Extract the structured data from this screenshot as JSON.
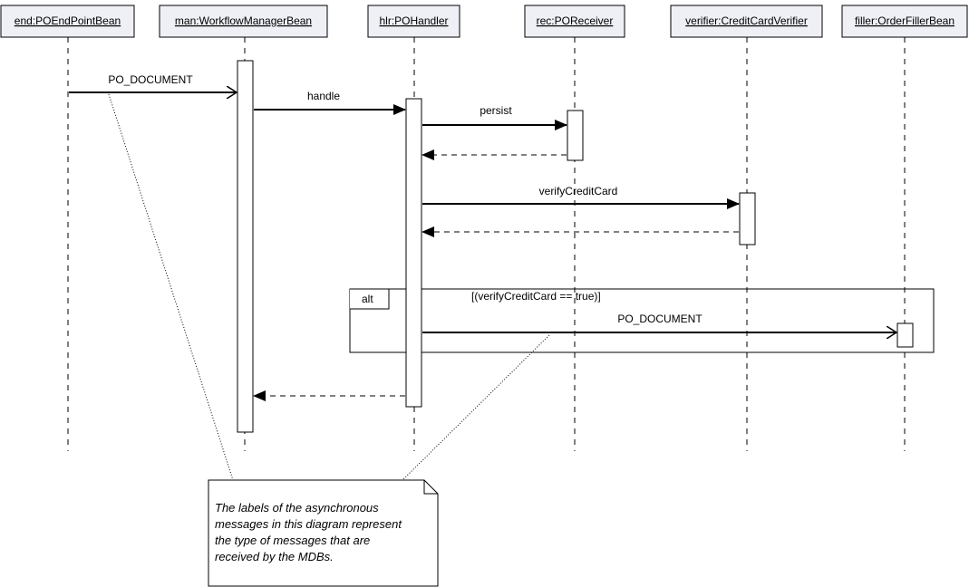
{
  "colors": {
    "header_fill": "#eef0f6",
    "border": "#000000",
    "background": "#ffffff"
  },
  "lifelines": [
    {
      "id": "end",
      "label": "end:POEndPointBean"
    },
    {
      "id": "man",
      "label": "man:WorkflowManagerBean"
    },
    {
      "id": "hlr",
      "label": "hlr:POHandler"
    },
    {
      "id": "rec",
      "label": "rec:POReceiver"
    },
    {
      "id": "verifier",
      "label": "verifier:CreditCardVerifier"
    },
    {
      "id": "filler",
      "label": "filler:OrderFillerBean"
    }
  ],
  "messages": [
    {
      "id": "m1",
      "label": "PO_DOCUMENT",
      "from": "end",
      "to": "man",
      "kind": "async"
    },
    {
      "id": "m2",
      "label": "handle",
      "from": "man",
      "to": "hlr",
      "kind": "sync"
    },
    {
      "id": "m3",
      "label": "persist",
      "from": "hlr",
      "to": "rec",
      "kind": "sync"
    },
    {
      "id": "m3r",
      "label": "",
      "from": "rec",
      "to": "hlr",
      "kind": "return"
    },
    {
      "id": "m4",
      "label": "verifyCreditCard",
      "from": "hlr",
      "to": "verifier",
      "kind": "sync"
    },
    {
      "id": "m4r",
      "label": "",
      "from": "verifier",
      "to": "hlr",
      "kind": "return"
    },
    {
      "id": "m5",
      "label": "PO_DOCUMENT",
      "from": "hlr",
      "to": "filler",
      "kind": "async"
    },
    {
      "id": "m2r",
      "label": "",
      "from": "hlr",
      "to": "man",
      "kind": "return"
    }
  ],
  "fragment": {
    "operator": "alt",
    "guard": "[(verifyCreditCard == true)]"
  },
  "note": {
    "lines": [
      "The labels of the asynchronous",
      "messages in this diagram represent",
      "the type of messages that are",
      "received by the MDBs."
    ]
  }
}
